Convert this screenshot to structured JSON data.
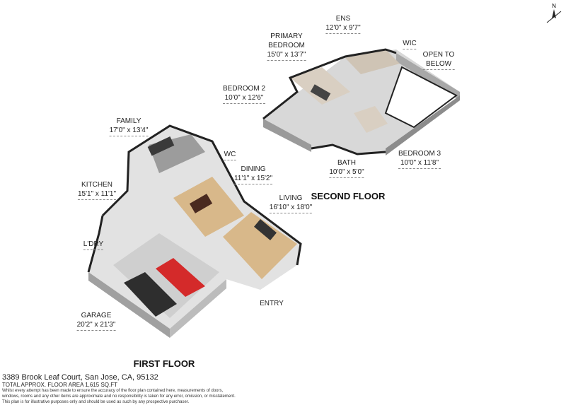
{
  "compass": {
    "label": "N",
    "icon": "north-arrow-icon"
  },
  "floors": {
    "first": "FIRST FLOOR",
    "second": "SECOND FLOOR"
  },
  "rooms": {
    "ens": {
      "name": "ENS",
      "dims": "12'0\" x 9'7\""
    },
    "primary_bedroom": {
      "name1": "PRIMARY",
      "name2": "BEDROOM",
      "dims": "15'0\" x 13'7\""
    },
    "wic": {
      "name": "WIC"
    },
    "open_to_below": {
      "name1": "OPEN TO",
      "name2": "BELOW"
    },
    "bedroom2": {
      "name": "BEDROOM 2",
      "dims": "10'0\" x 12'6\""
    },
    "bedroom3": {
      "name": "BEDROOM 3",
      "dims": "10'0\" x 11'8\""
    },
    "bath": {
      "name": "BATH",
      "dims": "10'0\" x 5'0\""
    },
    "family": {
      "name": "FAMILY",
      "dims": "17'0\" x 13'4\""
    },
    "wc": {
      "name": "WC"
    },
    "dining": {
      "name": "DINING",
      "dims": "11'1\" x 15'2\""
    },
    "kitchen": {
      "name": "KITCHEN",
      "dims": "15'1\" x 11'1\""
    },
    "living": {
      "name": "LIVING",
      "dims": "16'10\" x 18'0\""
    },
    "laundry": {
      "name": "L'DRY"
    },
    "entry": {
      "name": "ENTRY"
    },
    "garage": {
      "name": "GARAGE",
      "dims": "20'2\" x 21'3\""
    }
  },
  "footer": {
    "address": "3389 Brook Leaf Court, San Jose, CA, 95132",
    "area": "TOTAL APPROX. FLOOR AREA 1,615 SQ.FT",
    "disclaimer1": "Whilst every attempt has been made to ensure the accuracy of the floor plan contained here, measurements of doors,",
    "disclaimer2": "windows, rooms and any other items are approximate and no responsibility is taken for any error, omission, or misstatement.",
    "disclaimer3": "This plan is for illustrative purposes only and should be used as such by any prospective purchaser."
  }
}
